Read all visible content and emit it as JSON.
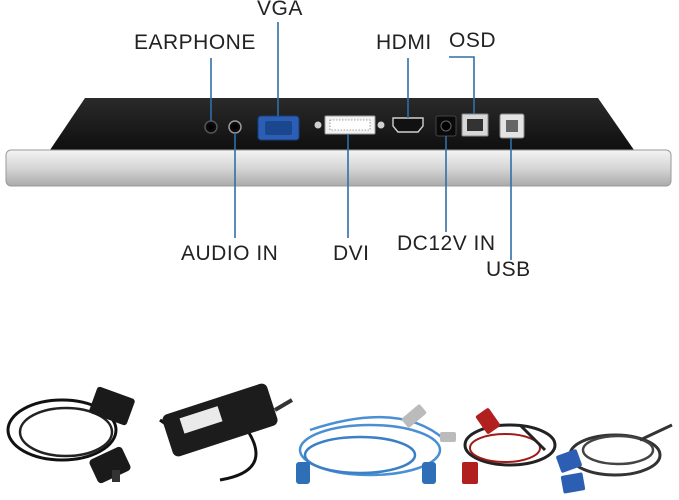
{
  "labels": {
    "vga": "VGA",
    "earphone": "EARPHONE",
    "hdmi": "HDMI",
    "osd": "OSD",
    "audio_in": "AUDIO IN",
    "dvi": "DVI",
    "dc12v_in": "DC12V IN",
    "usb": "USB"
  },
  "colors": {
    "panel_back": "#1c1c1c",
    "bezel": "#d9d9d9",
    "leader_line": "#2f6fa8",
    "vga_port": "#2c5fb3"
  },
  "accessories": [
    {
      "icon": "power-cord-icon"
    },
    {
      "icon": "power-adapter-icon"
    },
    {
      "icon": "usb-cable-icon"
    },
    {
      "icon": "hdmi-cable-icon"
    },
    {
      "icon": "vga-cable-icon"
    }
  ]
}
